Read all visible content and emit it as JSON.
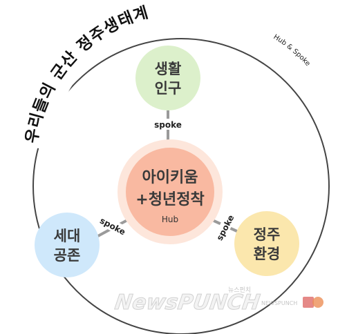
{
  "diagram": {
    "title": "우리들의 군산 정주생태계",
    "subtitle": "Hub & Spoke",
    "hub": {
      "line1": "아이키움",
      "line2": "+청년정착",
      "tag": "Hub"
    },
    "nodes": [
      {
        "id": "top",
        "line1": "생활",
        "line2": "인구",
        "color": "#dcf0cb"
      },
      {
        "id": "left",
        "line1": "세대",
        "line2": "공존",
        "color": "#cfe8fb"
      },
      {
        "id": "right",
        "line1": "정주",
        "line2": "환경",
        "color": "#fbe7ad"
      }
    ],
    "spoke_labels": {
      "top": "spoke",
      "left": "spoke",
      "right": "spoke"
    },
    "colors": {
      "hub_outer": "#fde6db",
      "hub_inner": "#f9b9a1",
      "ring": "#444444",
      "connector": "#9a9a9a"
    }
  },
  "watermark": {
    "brand": "NewsPUNCH",
    "small": "뉴스펀치",
    "small_latin": "NEWSPUNCH"
  }
}
